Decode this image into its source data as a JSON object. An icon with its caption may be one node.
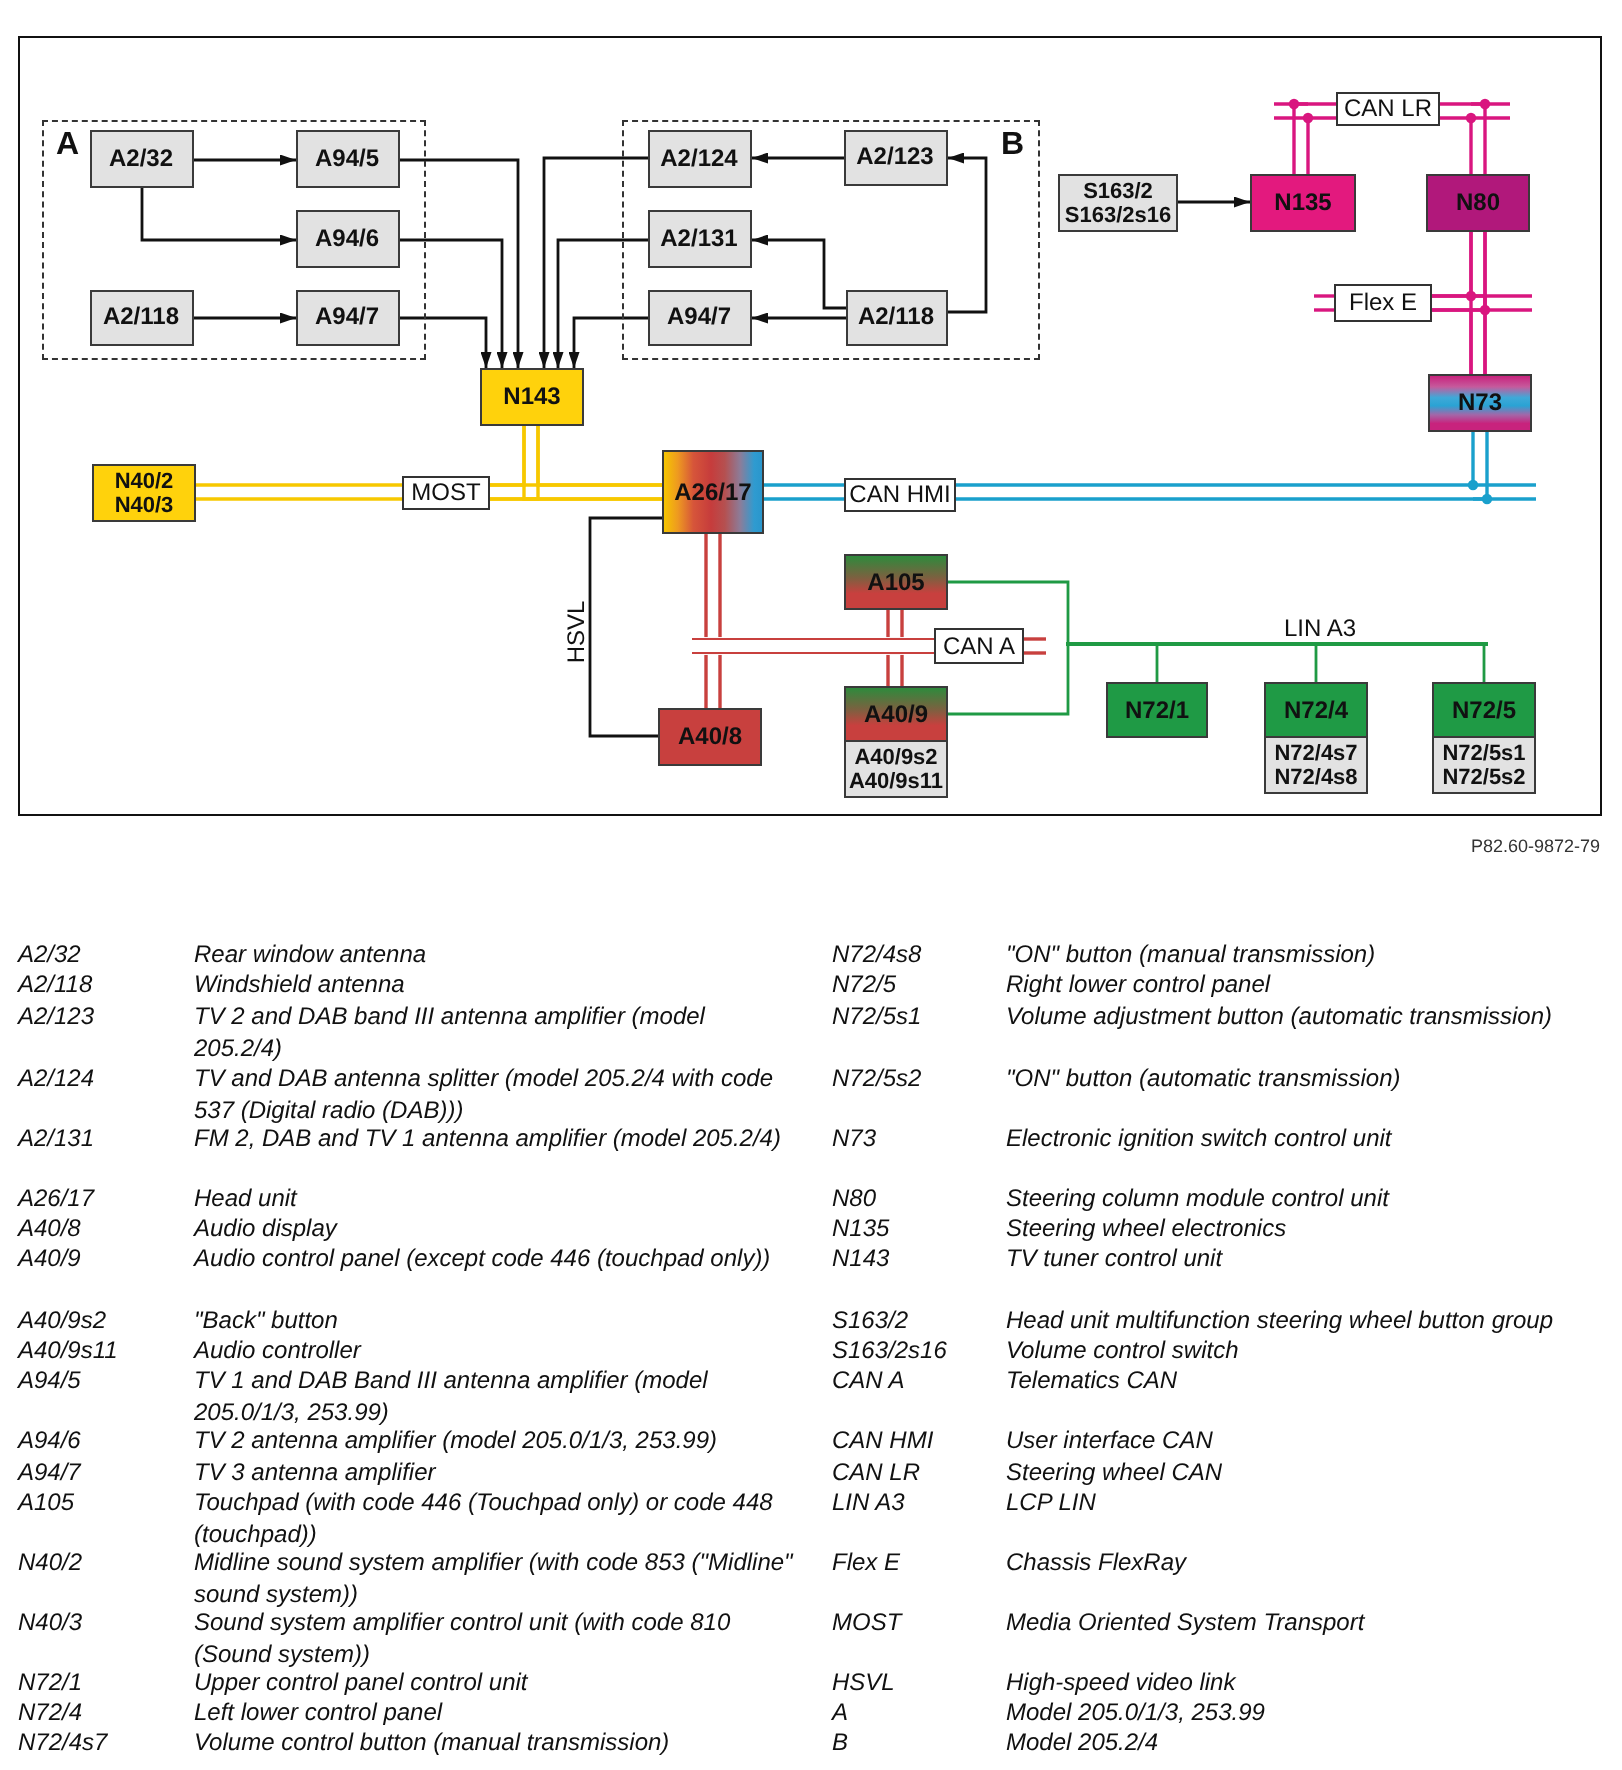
{
  "diagram": {
    "nodes": [
      {
        "text": [
          "A"
        ]
      },
      {
        "text": [
          "A2/32"
        ],
        "in": 0
      },
      {
        "text": [
          "A94/5"
        ],
        "in": 0
      },
      {
        "text": [
          "A94/6"
        ],
        "in": 0
      },
      {
        "text": [
          "A2/118"
        ],
        "in": 0
      },
      {
        "text": [
          "A94/7"
        ],
        "in": 0
      },
      {
        "text": [
          "B"
        ]
      },
      {
        "text": [
          "A2/124"
        ],
        "in": 6
      },
      {
        "text": [
          "A2/123"
        ],
        "in": 6
      },
      {
        "text": [
          "A2/131"
        ],
        "in": 6
      },
      {
        "text": [
          "A94/7"
        ],
        "in": 6
      },
      {
        "text": [
          "A2/118"
        ],
        "in": 6
      },
      {
        "text": [
          "CAN LR"
        ]
      },
      {
        "text": [
          "S163/2",
          "S163/2s16"
        ]
      },
      {
        "text": [
          "N135"
        ]
      },
      {
        "text": [
          "N80"
        ]
      },
      {
        "text": [
          "Flex E"
        ]
      },
      {
        "text": [
          "N143"
        ]
      },
      {
        "text": [
          "N73"
        ]
      },
      {
        "text": [
          "N40/2",
          "N40/3"
        ]
      },
      {
        "text": [
          "MOST"
        ]
      },
      {
        "text": [
          "A26/17"
        ]
      },
      {
        "text": [
          "CAN HMI"
        ]
      },
      {
        "text": [
          "A105"
        ]
      },
      {
        "text": [],
        "shape": "bar"
      },
      {
        "text": [
          "CAN A"
        ]
      },
      {
        "text": [
          "A40/8"
        ]
      },
      {
        "text": [
          "A40/9"
        ]
      },
      {
        "text": [
          "A40/9s2",
          "A40/9s11"
        ]
      },
      {
        "text": [],
        "shape": "bar",
        "beside": [
          "LIN A3"
        ]
      },
      {
        "text": [
          "N72/1"
        ]
      },
      {
        "text": [
          "N72/4"
        ]
      },
      {
        "text": [
          "N72/4s7",
          "N72/4s8"
        ]
      },
      {
        "text": [
          "N72/5"
        ]
      },
      {
        "text": [
          "N72/5s1",
          "N72/5s2"
        ]
      }
    ],
    "edges": [
      {
        "from": 1,
        "to": 2,
        "arrow": "to"
      },
      {
        "from": 1,
        "to": 3,
        "arrow": "to"
      },
      {
        "from": 4,
        "to": 5,
        "arrow": "to"
      },
      {
        "from": 2,
        "to": 17,
        "arrow": "to"
      },
      {
        "from": 3,
        "to": 17,
        "arrow": "to"
      },
      {
        "from": 5,
        "to": 17,
        "arrow": "to"
      },
      {
        "from": 8,
        "to": 7,
        "arrow": "to"
      },
      {
        "from": 11,
        "to": 9,
        "arrow": "to"
      },
      {
        "from": 11,
        "to": 10,
        "arrow": "to"
      },
      {
        "from": 11,
        "to": 8,
        "arrow": "to"
      },
      {
        "from": 7,
        "to": 17,
        "arrow": "to"
      },
      {
        "from": 9,
        "to": 17,
        "arrow": "to"
      },
      {
        "from": 10,
        "to": 17,
        "arrow": "to"
      },
      {
        "from": 13,
        "to": 14,
        "arrow": "to"
      },
      {
        "from": 14,
        "to": 12,
        "arrow": "none",
        "style": "thick",
        "color": "#d9167f"
      },
      {
        "from": 15,
        "to": 12,
        "arrow": "none",
        "style": "thick",
        "color": "#d9167f"
      },
      {
        "from": 15,
        "to": 16,
        "arrow": "none",
        "style": "thick",
        "color": "#d9167f"
      },
      {
        "from": 18,
        "to": 16,
        "arrow": "none",
        "style": "thick",
        "color": "#d9167f"
      },
      {
        "from": 15,
        "to": 18,
        "arrow": "none",
        "style": "thick",
        "color": "#d9167f"
      },
      {
        "from": 19,
        "to": 20,
        "arrow": "none",
        "style": "thick",
        "color": "#f7c800"
      },
      {
        "from": 17,
        "to": 20,
        "arrow": "none",
        "style": "thick",
        "color": "#f7c800"
      },
      {
        "from": 17,
        "to": 21,
        "arrow": "none",
        "style": "thick",
        "color": "#f7c800"
      },
      {
        "from": 21,
        "to": 20,
        "arrow": "none",
        "style": "thick",
        "color": "#f7c800"
      },
      {
        "from": 21,
        "to": 22,
        "arrow": "none",
        "style": "thick",
        "color": "#1aa0cc"
      },
      {
        "from": 18,
        "to": 22,
        "arrow": "none",
        "style": "thick",
        "color": "#1aa0cc"
      },
      {
        "from": 21,
        "to": 26,
        "arrow": "none",
        "label": "HSVL"
      },
      {
        "from": 21,
        "to": 24,
        "arrow": "none",
        "style": "thick",
        "color": "#c8403e"
      },
      {
        "from": 26,
        "to": 24,
        "arrow": "none",
        "style": "thick",
        "color": "#c8403e"
      },
      {
        "from": 23,
        "to": 24,
        "arrow": "none",
        "style": "thick",
        "color": "#c8403e"
      },
      {
        "from": 27,
        "to": 24,
        "arrow": "none",
        "style": "thick",
        "color": "#c8403e"
      },
      {
        "from": 23,
        "to": 29,
        "arrow": "none",
        "color": "#1f9a44"
      },
      {
        "from": 27,
        "to": 29,
        "arrow": "none",
        "color": "#1f9a44"
      },
      {
        "from": 29,
        "to": 30,
        "arrow": "none",
        "color": "#1f9a44"
      },
      {
        "from": 29,
        "to": 31,
        "arrow": "none",
        "color": "#1f9a44"
      },
      {
        "from": 29,
        "to": 33,
        "arrow": "none",
        "color": "#1f9a44"
      }
    ],
    "labels": [
      "P82.60-9872-79",
      "A2/32",
      "Rear window antenna",
      "A2/118",
      "Windshield antenna",
      "A2/123",
      "TV 2 and DAB band III antenna amplifier (model 205.2/4)",
      "A2/124",
      "TV and DAB antenna splitter (model 205.2/4 with code 537 (Digital radio (DAB)))",
      "A2/131",
      "FM 2, DAB and TV 1 antenna amplifier (model 205.2/4)",
      "A26/17",
      "Head unit",
      "A40/8",
      "Audio display",
      "A40/9",
      "Audio control panel (except code 446 (touchpad only))",
      "A40/9s2",
      "\"Back\" button",
      "A40/9s11",
      "Audio controller",
      "A94/5",
      "TV 1 and DAB Band III antenna amplifier (model 205.0/1/3, 253.99)",
      "A94/6",
      "TV 2 antenna amplifier (model 205.0/1/3, 253.99)",
      "A94/7",
      "TV 3 antenna amplifier",
      "A105",
      "Touchpad (with code 446 (Touchpad only) or code 448 (touchpad))",
      "N40/2",
      "Midline sound system amplifier (with code 853 (\"Midline\" sound system))",
      "N40/3",
      "Sound system amplifier control unit (with code 810 (Sound system))",
      "N72/1",
      "Upper control panel control unit",
      "N72/4",
      "Left lower control panel",
      "N72/4s7",
      "Volume control button (manual transmission)",
      "N72/4s8",
      "\"ON\" button (manual transmission)",
      "N72/5",
      "Right lower control panel",
      "N72/5s1",
      "Volume adjustment button (automatic transmission)",
      "N72/5s2",
      "\"ON\" button (automatic transmission)",
      "N73",
      "Electronic ignition switch control unit",
      "N80",
      "Steering column module control unit",
      "N135",
      "Steering wheel electronics",
      "N143",
      "TV tuner control unit",
      "S163/2",
      "Head unit multifunction steering wheel button group",
      "S163/2s16",
      "Volume control switch",
      "CAN A",
      "Telematics CAN",
      "CAN HMI",
      "User interface CAN",
      "CAN LR",
      "Steering wheel CAN",
      "LIN A3",
      "LCP LIN",
      "Flex E",
      "Chassis FlexRay",
      "MOST",
      "Media Oriented System Transport",
      "HSVL",
      "High-speed video link",
      "A",
      "Model 205.0/1/3, 253.99",
      "B",
      "Model 205.2/4"
    ]
  }
}
